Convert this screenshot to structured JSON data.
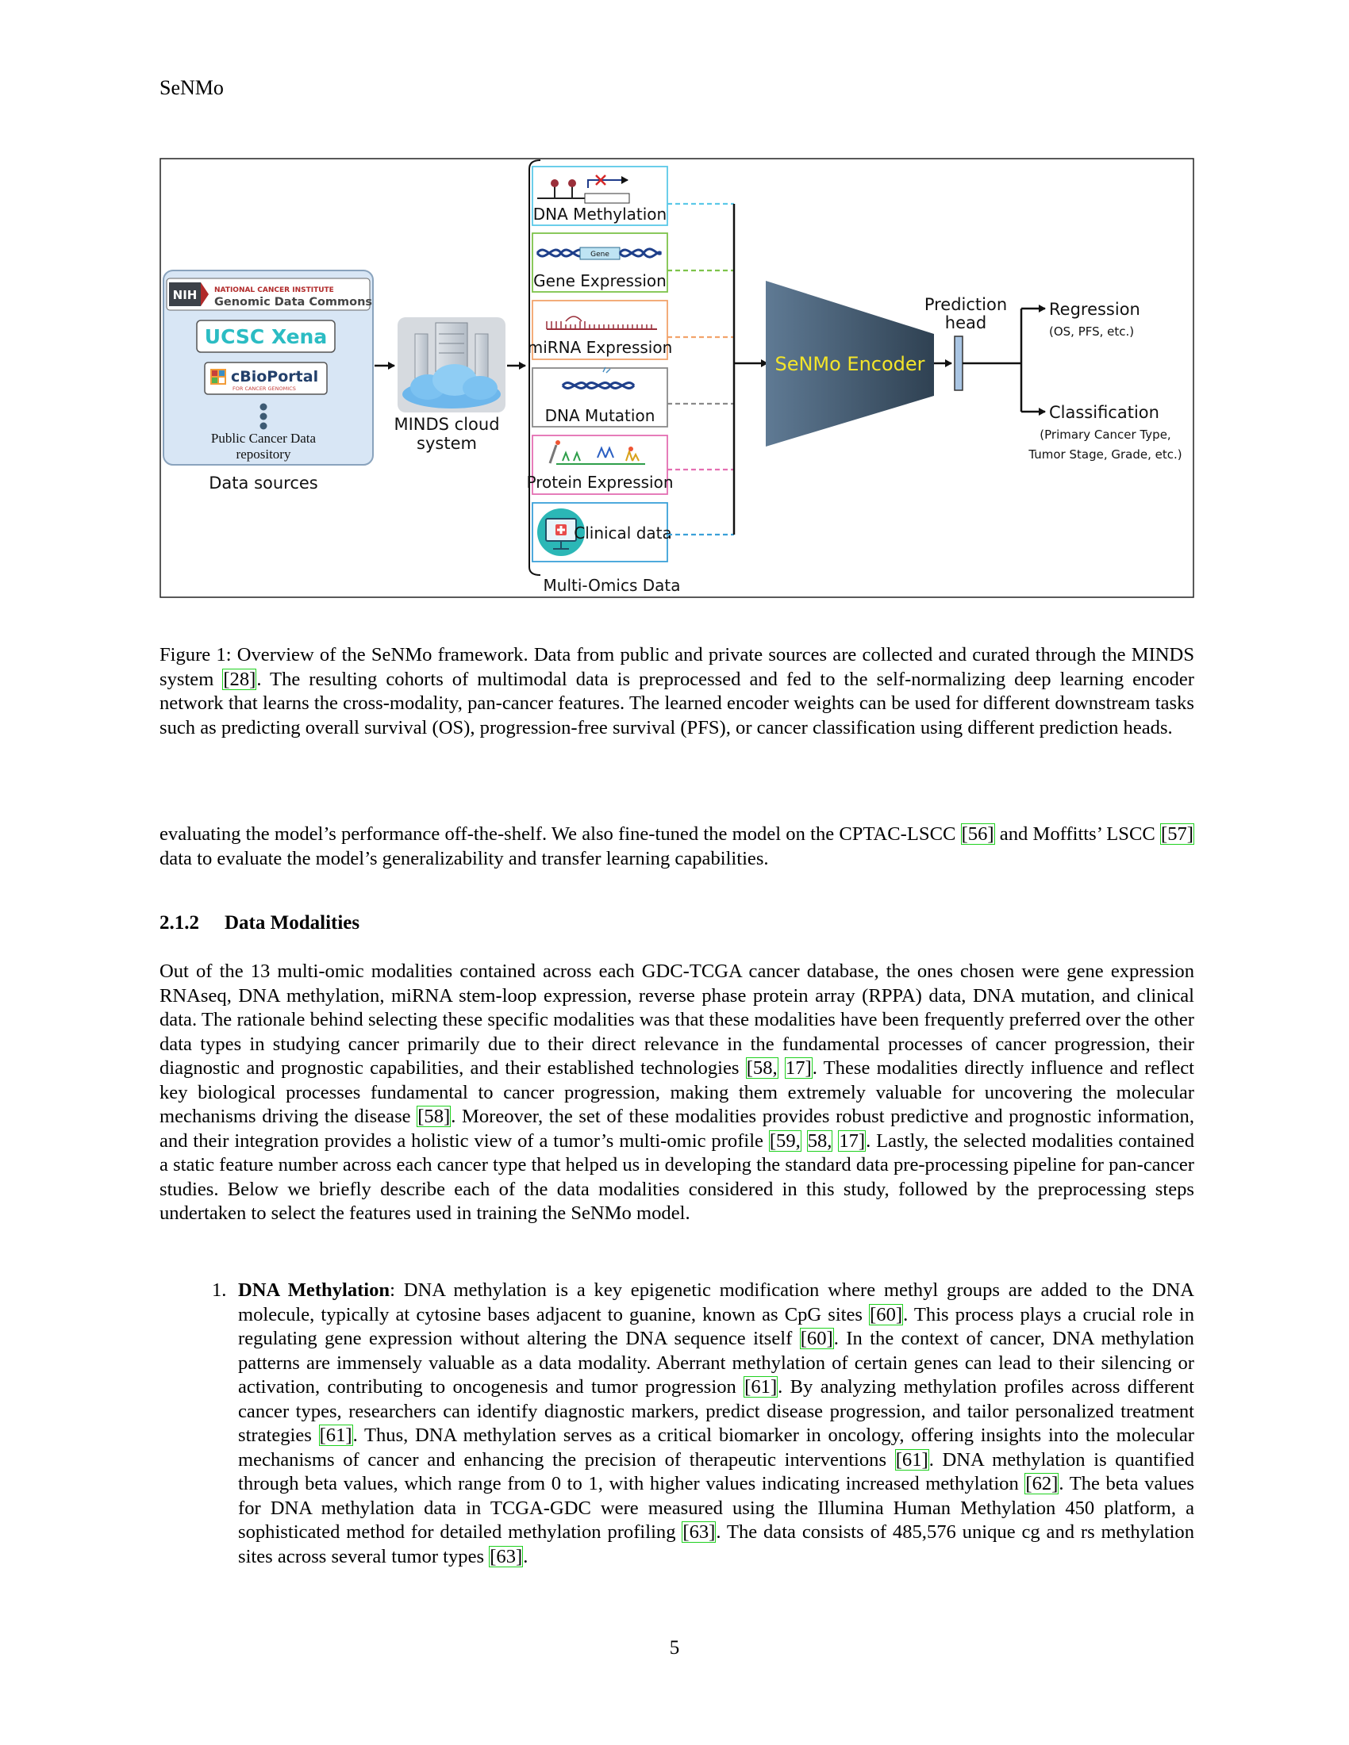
{
  "running_head": "SeNMo",
  "figure": {
    "data_sources": {
      "nih_badge": "NIH",
      "nci_line": "NATIONAL CANCER INSTITUTE",
      "gdc_line": "Genomic Data Commons",
      "xena": "UCSC Xena",
      "cbio": "cBioPortal",
      "cbio_sub": "FOR CANCER GENOMICS",
      "public_line1": "Public Cancer Data",
      "public_line2": "repository",
      "label": "Data sources"
    },
    "cloud": {
      "line1": "MINDS cloud",
      "line2": "system"
    },
    "omics": {
      "items": [
        "DNA Methylation",
        "Gene Expression",
        "miRNA Expression",
        "DNA Mutation",
        "Protein Expression",
        "Clinical data"
      ],
      "gene_tag": "Gene",
      "label": "Multi-Omics Data"
    },
    "encoder": "SeNMo Encoder",
    "head_line1": "Prediction",
    "head_line2": "head",
    "regression": "Regression",
    "regression_sub": "(OS, PFS, etc.)",
    "classification": "Classification",
    "classification_sub1": "(Primary Cancer Type,",
    "classification_sub2": "Tumor Stage, Grade, etc.)",
    "colors": {
      "methylation": "#5bc8e8",
      "gene": "#7dc34a",
      "mirna": "#f2a36b",
      "mutation": "#8a8a8a",
      "protein": "#e46fb2",
      "clinical": "#3aa0d8",
      "encoder_text": "#f4e52a"
    }
  },
  "caption": {
    "a": "Figure 1: Overview of the SeNMo framework. Data from public and private sources are collected and curated through the MINDS system ",
    "c1": "[28]",
    "b": ". The resulting cohorts of multimodal data is preprocessed and fed to the self-normalizing deep learning encoder network that learns the cross-modality, pan-cancer features. The learned encoder weights can be used for different downstream tasks such as predicting overall survival (OS), progression-free survival (PFS), or cancer classification using different prediction heads."
  },
  "para1": {
    "a": "evaluating the model’s performance off-the-shelf. We also fine-tuned the model on the CPTAC-LSCC ",
    "c1": "[56]",
    "b": " and Moffitts’ LSCC ",
    "c2": "[57]",
    "c": " data to evaluate the model’s generalizability and transfer learning capabilities."
  },
  "section": {
    "number": "2.1.2",
    "title": "Data Modalities"
  },
  "para2": {
    "a": "Out of the 13 multi-omic modalities contained across each GDC-TCGA cancer database, the ones chosen were gene expression RNAseq, DNA methylation, miRNA stem-loop expression, reverse phase protein array (RPPA) data, DNA mutation, and clinical data. The rationale behind selecting these specific modalities was that these modalities have been frequently preferred over the other data types in studying cancer primarily due to their direct relevance in the fundamental processes of cancer progression, their diagnostic and prognostic capabilities, and their established technologies ",
    "c1": "[58,",
    "c2": "17]",
    "b": ". These modalities directly influence and reflect key biological processes fundamental to cancer progression, making them extremely valuable for uncovering the molecular mechanisms driving the disease ",
    "c3": "[58]",
    "c": ". Moreover, the set of these modalities provides robust predictive and prognostic information, and their integration provides a holistic view of a tumor’s multi-omic profile ",
    "c4": "[59,",
    "c5": "58,",
    "c6": "17]",
    "d": ". Lastly, the selected modalities contained a static feature number across each cancer type that helped us in developing the standard data pre-processing pipeline for pan-cancer studies. Below we briefly describe each of the data modalities considered in this study, followed by the preprocessing steps undertaken to select the features used in training the SeNMo model."
  },
  "list_item1": {
    "marker": "1.",
    "term": "DNA Methylation",
    "a": ": DNA methylation is a key epigenetic modification where methyl groups are added to the DNA molecule, typically at cytosine bases adjacent to guanine, known as CpG sites ",
    "c1": "[60]",
    "b": ". This process plays a crucial role in regulating gene expression without altering the DNA sequence itself ",
    "c2": "[60]",
    "c": ". In the context of cancer, DNA methylation patterns are immensely valuable as a data modality. Aberrant methylation of certain genes can lead to their silencing or activation, contributing to oncogenesis and tumor progression ",
    "c3": "[61]",
    "d": ". By analyzing methylation profiles across different cancer types, researchers can identify diagnostic markers, predict disease progression, and tailor personalized treatment strategies ",
    "c4": "[61]",
    "e": ". Thus, DNA methylation serves as a critical biomarker in oncology, offering insights into the molecular mechanisms of cancer and enhancing the precision of therapeutic interventions ",
    "c5": "[61]",
    "f": ". DNA methylation is quantified through beta values, which range from 0 to 1, with higher values indicating increased methylation ",
    "c6": "[62]",
    "g": ". The beta values for DNA methylation data in TCGA-GDC were measured using the Illumina Human Methylation 450 platform, a sophisticated method for detailed methylation profiling ",
    "c7": "[63]",
    "h": ". The data consists of 485,576 unique cg and rs methylation sites across several tumor types ",
    "c8": "[63]",
    "i": "."
  },
  "page_number": "5"
}
